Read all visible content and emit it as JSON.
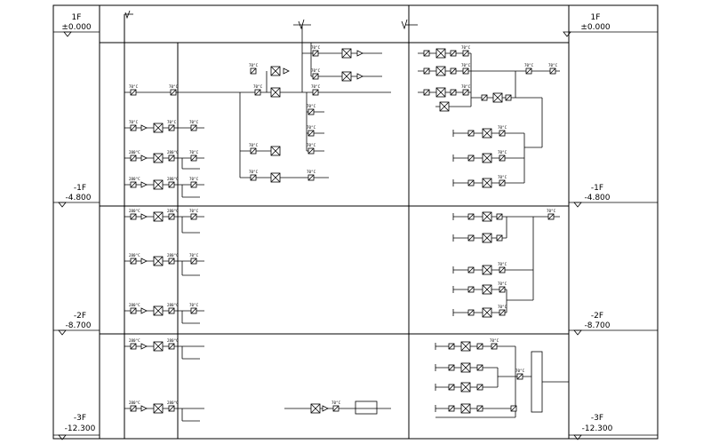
{
  "levels": [
    {
      "floor": "1F",
      "elevation": "±0.000"
    },
    {
      "floor": "-1F",
      "elevation": "-4.800"
    },
    {
      "floor": "-2F",
      "elevation": "-8.700"
    },
    {
      "floor": "-3F",
      "elevation": "-12.300"
    }
  ],
  "damper_label": "70°C",
  "damper_label_280": "280°C"
}
